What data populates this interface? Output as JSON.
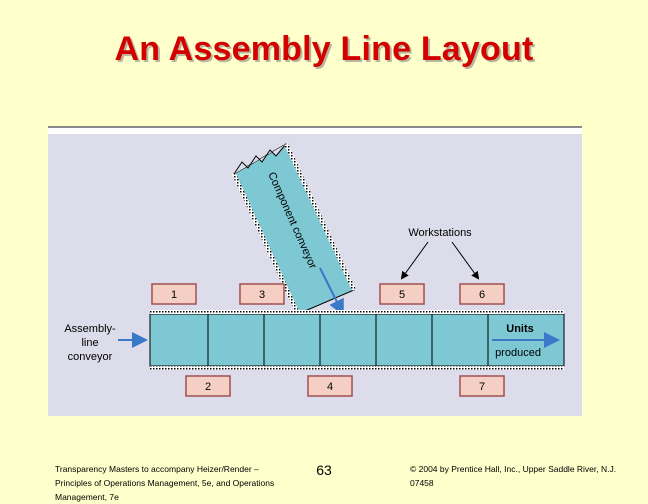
{
  "slide": {
    "title": "An Assembly Line Layout",
    "page_number": "63"
  },
  "diagram": {
    "component_conveyor_label": "Component conveyor",
    "workstations_label": "Workstations",
    "assembly_line_label": [
      "Assembly-",
      "line",
      "conveyor"
    ],
    "units_label": "Units",
    "produced_label": "produced",
    "stations_top": [
      "1",
      "3",
      "5",
      "6"
    ],
    "stations_bottom": [
      "2",
      "4",
      "7"
    ],
    "colors": {
      "conveyor": "#7ec8d3",
      "station_fill": "#f6cfc4",
      "station_border": "#a05050",
      "arrow": "#3a78c8"
    }
  },
  "footer": {
    "left": "Transparency Masters to accompany Heizer/Render – Principles of Operations Management, 5e, and Operations Management, 7e",
    "right": "© 2004 by Prentice Hall, Inc., Upper Saddle River, N.J. 07458"
  }
}
